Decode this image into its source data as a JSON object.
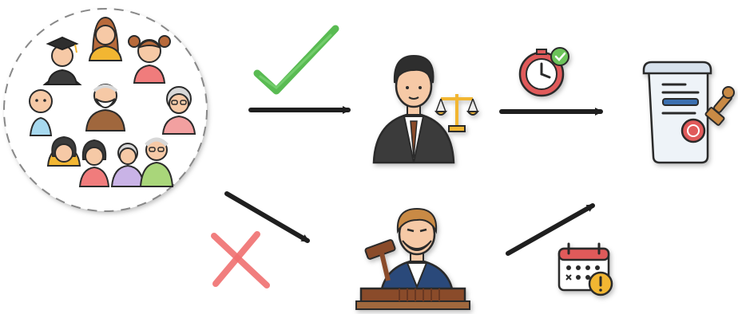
{
  "diagram": {
    "nodes": [
      {
        "id": "population",
        "icon": "people-group-icon"
      },
      {
        "id": "lawyer",
        "icon": "lawyer-with-scales-icon"
      },
      {
        "id": "judge",
        "icon": "judge-with-gavel-icon"
      },
      {
        "id": "document",
        "icon": "stamped-legal-document-icon"
      }
    ],
    "edges": [
      {
        "from": "population",
        "to": "lawyer",
        "marker": "check-mark-icon"
      },
      {
        "from": "population",
        "to": "judge",
        "marker": "cross-mark-icon"
      },
      {
        "from": "lawyer",
        "to": "document",
        "marker": "clock-check-icon"
      },
      {
        "from": "judge",
        "to": "document",
        "marker": "calendar-alert-icon"
      }
    ]
  },
  "colors": {
    "check": "#4bb543",
    "cross": "#f07070",
    "arrow": "#1f1f1f",
    "outline": "#2b2b2b",
    "suit": "#3b3b3b",
    "judge_robe": "#2b4a7a",
    "wood": "#8a4b2c",
    "gold": "#f2b632",
    "skin": "#f6c9a6",
    "paper": "#eef3f8",
    "accent_blue": "#3a6fb0",
    "seal_red": "#e05a5a"
  }
}
